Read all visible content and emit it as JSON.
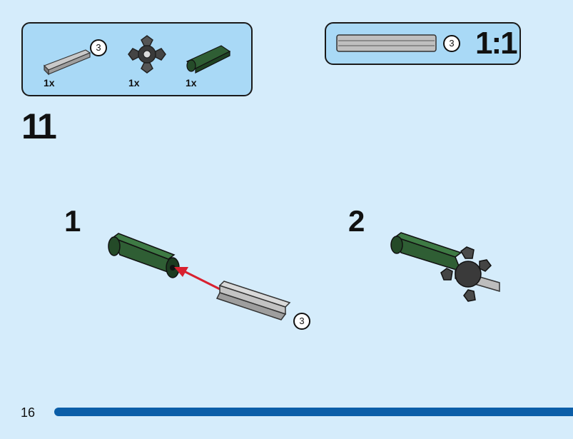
{
  "parts_list": {
    "items": [
      {
        "name": "axle-3",
        "quantity": "1x",
        "size_label": "3"
      },
      {
        "name": "connector-black",
        "quantity": "1x"
      },
      {
        "name": "tube-green",
        "quantity": "1x"
      }
    ]
  },
  "scale_reference": {
    "size_label": "3",
    "scale": "1:1"
  },
  "step": {
    "number": "11",
    "substeps": [
      {
        "number": "1",
        "axle_label": "3"
      },
      {
        "number": "2"
      }
    ]
  },
  "page": {
    "number": "16"
  },
  "colors": {
    "background": "#d5ecfb",
    "box": "#a9d9f6",
    "green_part": "#2f5e34",
    "grey_part": "#b4b4b4",
    "arrow": "#d8202f",
    "page_bar": "#0b5ea8"
  }
}
